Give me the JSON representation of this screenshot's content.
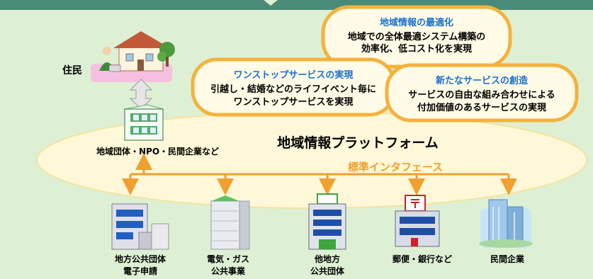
{
  "header": {
    "color": "#4a8a78"
  },
  "colors": {
    "background": "#ddf0d4",
    "platform_fill": "#fff8d8",
    "arrow": "#f0a030",
    "bubble_border": "#f4b23c",
    "bubble_fill": "#fffbe6",
    "title_blue": "#1b6fcf"
  },
  "resident": {
    "label": "住民"
  },
  "org": {
    "label": "地域団体・NPO・民間企業など"
  },
  "platform": {
    "title": "地域情報プラットフォーム",
    "interface_label": "標準インタフェース"
  },
  "bubbles": [
    {
      "title": "地域情報の最適化",
      "line1": "地域での全体最適システム構築の",
      "line2": "効率化、低コスト化を実現"
    },
    {
      "title": "ワンストップサービスの実現",
      "line1": "引越し・結婚などのライフイベント毎に",
      "line2": "ワンストップサービスを実現"
    },
    {
      "title": "新たなサービスの創造",
      "line1": "サービスの自由な組み合わせによる",
      "line2": "付加価値のあるサービスの実現"
    }
  ],
  "buildings": [
    {
      "line1": "地方公共団体",
      "line2": "電子申請"
    },
    {
      "line1": "電気・ガス",
      "line2": "公共事業"
    },
    {
      "line1": "他地方",
      "line2": "公共団体"
    },
    {
      "line1": "郵便・銀行など",
      "line2": ""
    },
    {
      "line1": "民間企業",
      "line2": ""
    }
  ]
}
